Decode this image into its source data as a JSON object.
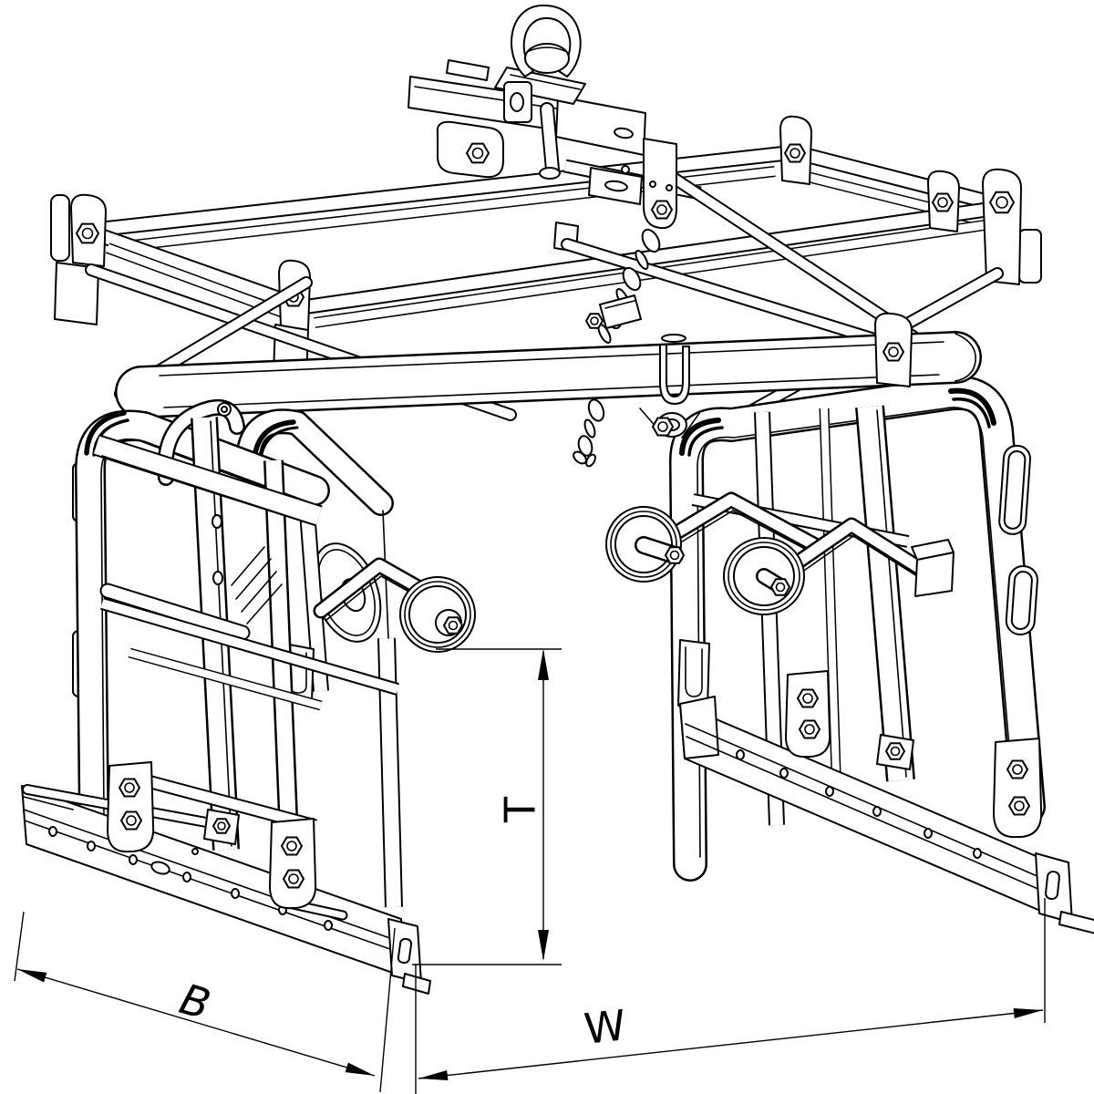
{
  "drawing": {
    "kind": "technical line drawing",
    "subject": "scissor-type pallet lifting clamp with guide rollers",
    "background_color": "#ffffff",
    "line_color": "#000000"
  },
  "dimension_labels": {
    "breadth": "B",
    "width": "W",
    "height": "T"
  },
  "components": [
    "lifting-shackle",
    "crosshead-trolley",
    "top-spreader-frame",
    "scissor-arms",
    "suspension-chain",
    "main-cross-beam",
    "left-gripper-frame",
    "right-gripper-frame",
    "guide-rollers",
    "bottom-support-rails"
  ]
}
